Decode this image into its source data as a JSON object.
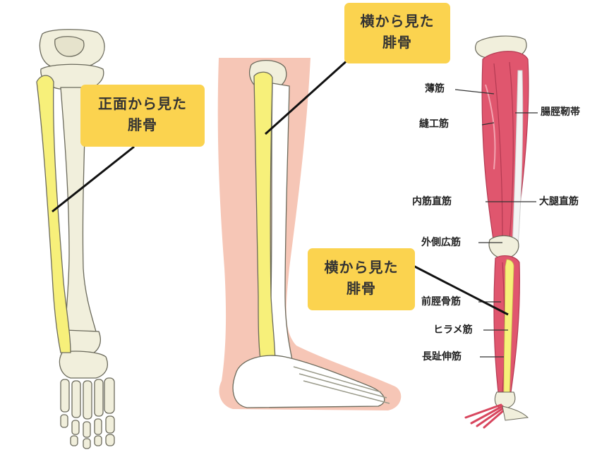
{
  "callouts": {
    "front": {
      "line1": "正面から見た",
      "line2": "腓骨"
    },
    "side_top": {
      "line1": "横から見た",
      "line2": "腓骨"
    },
    "side_muscle": {
      "line1": "横から見た",
      "line2": "腓骨"
    }
  },
  "muscles": {
    "gracilis": "薄筋",
    "sartorius": "縫工筋",
    "iliotibial_band": "腸脛靭帯",
    "vastus_medialis": "内筋直筋",
    "rectus_femoris": "大腿直筋",
    "vastus_lateralis": "外側広筋",
    "tibialis_anterior": "前脛骨筋",
    "peroneus": "ヒラメ筋",
    "ext_digitorum_longus": "長趾伸筋"
  },
  "colors": {
    "callout": "#fbd34f",
    "fibula_highlight": "#f7f07a",
    "bone": "#f1efdc",
    "skin": "#f6c6b6",
    "muscle": "#e0566e"
  }
}
